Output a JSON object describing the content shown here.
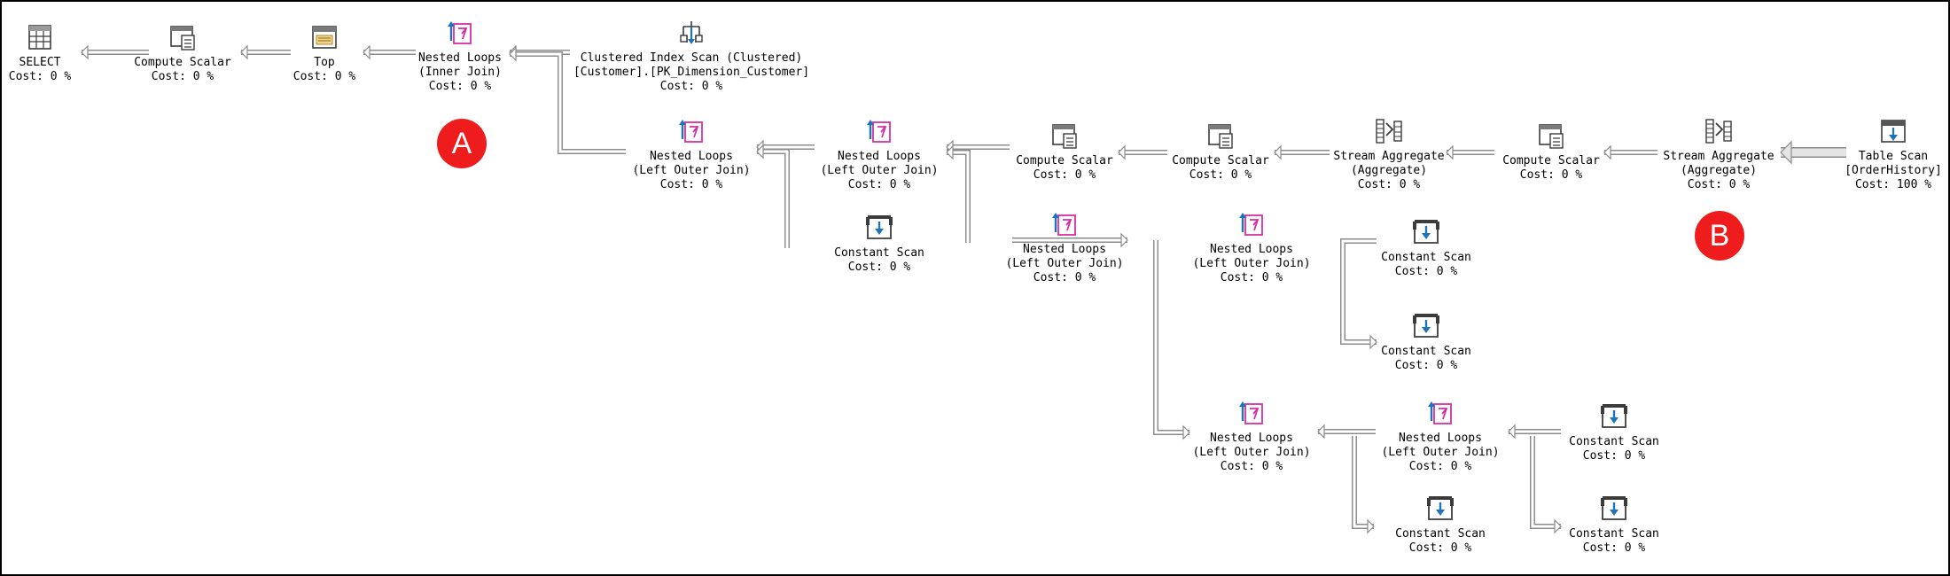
{
  "colors": {
    "marker": "#ee1c1c",
    "edge_fill": "#ffffff",
    "edge_stroke": "#8c8c8c",
    "heavy_edge_fill": "#e4e4e4",
    "icon_stroke": "#3b3b3b",
    "icon_blue": "#1e73be",
    "icon_magenta": "#d62fa6"
  },
  "operators": [
    {
      "id": "select",
      "icon": "select-icon",
      "lines": [
        "SELECT",
        "Cost: 0 %"
      ]
    },
    {
      "id": "cs1",
      "icon": "compute-scalar-icon",
      "lines": [
        "Compute Scalar",
        "Cost: 0 %"
      ]
    },
    {
      "id": "top",
      "icon": "top-icon",
      "lines": [
        "Top",
        "Cost: 0 %"
      ]
    },
    {
      "id": "nl_inner",
      "icon": "nested-loops-icon",
      "lines": [
        "Nested Loops",
        "(Inner Join)",
        "Cost: 0 %"
      ]
    },
    {
      "id": "cis",
      "icon": "clustered-index-scan-icon",
      "lines": [
        "Clustered Index Scan (Clustered)",
        "[Customer].[PK_Dimension_Customer]",
        "Cost: 0 %"
      ]
    },
    {
      "id": "nl_lo1",
      "icon": "nested-loops-icon",
      "lines": [
        "Nested Loops",
        "(Left Outer Join)",
        "Cost: 0 %"
      ]
    },
    {
      "id": "nl_lo2",
      "icon": "nested-loops-icon",
      "lines": [
        "Nested Loops",
        "(Left Outer Join)",
        "Cost: 0 %"
      ]
    },
    {
      "id": "cs2",
      "icon": "compute-scalar-icon",
      "lines": [
        "Compute Scalar",
        "Cost: 0 %"
      ]
    },
    {
      "id": "cs3",
      "icon": "compute-scalar-icon",
      "lines": [
        "Compute Scalar",
        "Cost: 0 %"
      ]
    },
    {
      "id": "sa1",
      "icon": "stream-aggregate-icon",
      "lines": [
        "Stream Aggregate",
        "(Aggregate)",
        "Cost: 0 %"
      ]
    },
    {
      "id": "cs4",
      "icon": "compute-scalar-icon",
      "lines": [
        "Compute Scalar",
        "Cost: 0 %"
      ]
    },
    {
      "id": "sa2",
      "icon": "stream-aggregate-icon",
      "lines": [
        "Stream Aggregate",
        "(Aggregate)",
        "Cost: 0 %"
      ]
    },
    {
      "id": "tscan",
      "icon": "table-scan-icon",
      "lines": [
        "Table Scan",
        "[OrderHistory]",
        "Cost: 100 %"
      ]
    },
    {
      "id": "const1",
      "icon": "constant-scan-icon",
      "lines": [
        "Constant Scan",
        "Cost: 0 %"
      ]
    },
    {
      "id": "nl_lo3",
      "icon": "nested-loops-icon",
      "lines": [
        "Nested Loops",
        "(Left Outer Join)",
        "Cost: 0 %"
      ]
    },
    {
      "id": "nl_lo4",
      "icon": "nested-loops-icon",
      "lines": [
        "Nested Loops",
        "(Left Outer Join)",
        "Cost: 0 %"
      ]
    },
    {
      "id": "const2",
      "icon": "constant-scan-icon",
      "lines": [
        "Constant Scan",
        "Cost: 0 %"
      ]
    },
    {
      "id": "const3",
      "icon": "constant-scan-icon",
      "lines": [
        "Constant Scan",
        "Cost: 0 %"
      ]
    },
    {
      "id": "nl_lo5",
      "icon": "nested-loops-icon",
      "lines": [
        "Nested Loops",
        "(Left Outer Join)",
        "Cost: 0 %"
      ]
    },
    {
      "id": "nl_lo6",
      "icon": "nested-loops-icon",
      "lines": [
        "Nested Loops",
        "(Left Outer Join)",
        "Cost: 0 %"
      ]
    },
    {
      "id": "const4",
      "icon": "constant-scan-icon",
      "lines": [
        "Constant Scan",
        "Cost: 0 %"
      ]
    },
    {
      "id": "const5",
      "icon": "constant-scan-icon",
      "lines": [
        "Constant Scan",
        "Cost: 0 %"
      ]
    },
    {
      "id": "const6",
      "icon": "constant-scan-icon",
      "lines": [
        "Constant Scan",
        "Cost: 0 %"
      ]
    }
  ],
  "markers": {
    "a": "A",
    "b": "B"
  }
}
